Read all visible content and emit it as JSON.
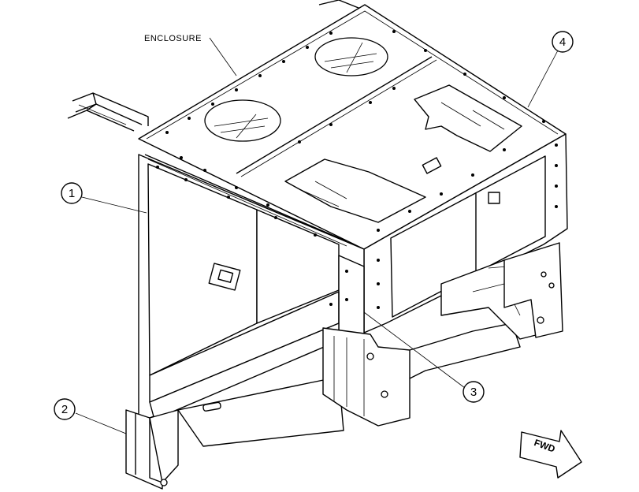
{
  "diagram": {
    "enclosure_label": "ENCLOSURE",
    "direction_label": "FWD",
    "callouts": [
      {
        "id": "callout-1",
        "text": "1"
      },
      {
        "id": "callout-2",
        "text": "2"
      },
      {
        "id": "callout-3",
        "text": "3"
      },
      {
        "id": "callout-4",
        "text": "4"
      }
    ]
  }
}
